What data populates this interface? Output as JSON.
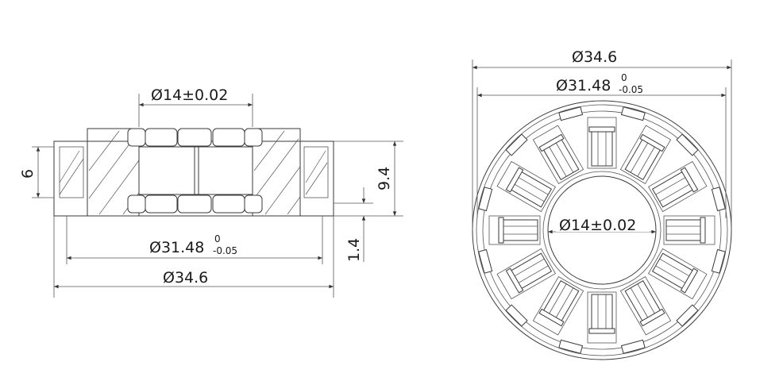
{
  "side_view": {
    "dim_inner_bore": "Ø14±0.02",
    "dim_height_six": "6",
    "dim_height_total": "9.4",
    "dim_flange": "1.4",
    "dim_race_od": "Ø31.48",
    "dim_race_od_upper": "0",
    "dim_race_od_lower": "-0.05",
    "dim_outer": "Ø34.6"
  },
  "front_view": {
    "dim_outer": "Ø34.6",
    "dim_race_od": "Ø31.48",
    "dim_race_od_upper": "0",
    "dim_race_od_lower": "-0.05",
    "dim_inner_bore": "Ø14±0.02",
    "roller_count": 12
  }
}
